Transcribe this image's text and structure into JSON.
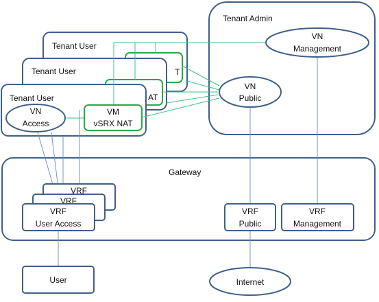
{
  "colors": {
    "box_stroke": "#3f5f8a",
    "green_stroke": "#2aa84a",
    "green_line": "#3fbf86",
    "blue_line": "#6f97b6",
    "background": "#ffffff"
  },
  "tenant_admin": {
    "title": "Tenant Admin",
    "vn_management": [
      "VN",
      "Management"
    ],
    "vn_public": [
      "VN",
      "Public"
    ]
  },
  "tenant_users": {
    "title": "Tenant User",
    "vn_access": [
      "VN",
      "Access"
    ],
    "vm": [
      "VM",
      "vSRX NAT"
    ],
    "partial_vm_back": "T",
    "partial_vm_middle": "AT"
  },
  "gateway": {
    "title": "Gateway",
    "vrf_stack": {
      "back": "VRF",
      "middle": "VRF",
      "front": [
        "VRF",
        "User Access"
      ]
    },
    "vrf_public": [
      "VRF",
      "Public"
    ],
    "vrf_management": [
      "VRF",
      "Management"
    ]
  },
  "external": {
    "user": "User",
    "internet": "Internet"
  }
}
